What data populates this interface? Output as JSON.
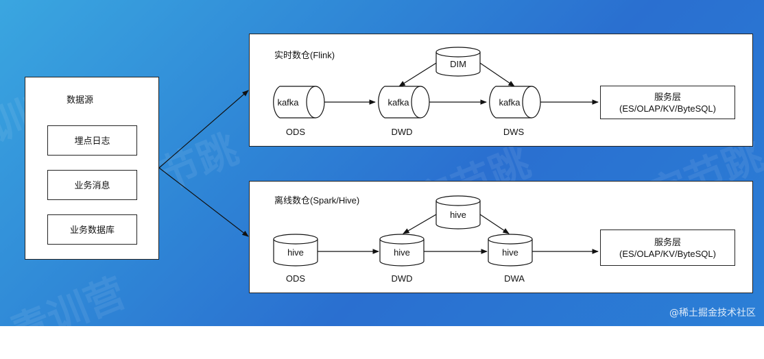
{
  "source": {
    "title": "数据源",
    "items": [
      "埋点日志",
      "业务消息",
      "业务数据库"
    ]
  },
  "realtime": {
    "title": "实时数仓(Flink)",
    "dim": "DIM",
    "nodes": [
      {
        "label": "kafka",
        "caption": "ODS"
      },
      {
        "label": "kafka",
        "caption": "DWD"
      },
      {
        "label": "kafka",
        "caption": "DWS"
      }
    ],
    "service_line1": "服务层",
    "service_line2": "(ES/OLAP/KV/ByteSQL)"
  },
  "offline": {
    "title": "离线数仓(Spark/Hive)",
    "dim": "hive",
    "nodes": [
      {
        "label": "hive",
        "caption": "ODS"
      },
      {
        "label": "hive",
        "caption": "DWD"
      },
      {
        "label": "hive",
        "caption": "DWA"
      }
    ],
    "service_line1": "服务层",
    "service_line2": "(ES/OLAP/KV/ByteSQL)"
  },
  "watermark": "@稀土掘金技术社区",
  "colors": {
    "background": "#2f86d6",
    "box": "#ffffff",
    "stroke": "#222222"
  }
}
